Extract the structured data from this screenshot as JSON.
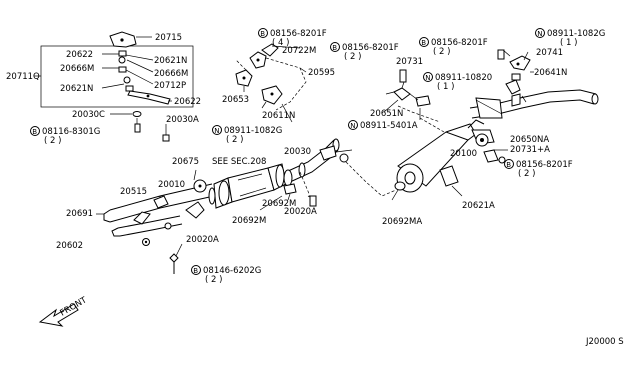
{
  "labels": {
    "p20715": "20715",
    "p20622a": "20622",
    "p20621n_a": "20621N",
    "p20666m_a": "20666M",
    "p20666m_b": "20666M",
    "p20711q": "20711Q",
    "p20712p": "20712P",
    "p20621n_b": "20621N",
    "p20622b": "20622",
    "p20030c": "20030C",
    "p20030a": "20030A",
    "b08116": "08116-8301G",
    "b08116_q": "( 2 )",
    "b08156_a": "08156-8201F",
    "b08156_a_q": "( 4 )",
    "p20722m": "20722M",
    "b08156_b": "08156-8201F",
    "b08156_b_q": "( 2 )",
    "p20595": "20595",
    "p20653": "20653",
    "p20611n": "20611N",
    "n08911_a": "08911-1082G",
    "n08911_a_q": "( 2 )",
    "p20030": "20030",
    "p20675": "20675",
    "see_sec": "SEE SEC.208",
    "p20010": "20010",
    "p20515": "20515",
    "p20691": "20691",
    "p20692m_a": "20692M",
    "p20692m_b": "20692M",
    "p20020a_a": "20020A",
    "p20020a_b": "20020A",
    "p20602": "20602",
    "b08146": "08146-6202G",
    "b08146_q": "( 2 )",
    "p20731": "20731",
    "b08156_c": "08156-8201F",
    "b08156_c_q": "( 2 )",
    "n08911_b": "08911-1082G",
    "n08911_b_q": "( 1 )",
    "p20741": "20741",
    "p20641n": "20641N",
    "n08911_c": "08911-10820",
    "n08911_c_q": "( 1 )",
    "p20651n": "20651N",
    "n08911_d": "08911-5401A",
    "p20650na": "20650NA",
    "p20100": "20100",
    "p20731a": "20731+A",
    "b08156_d": "08156-8201F",
    "b08156_d_q": "( 2 )",
    "p20621a": "20621A",
    "p20692ma": "20692MA",
    "front": "FRONT",
    "code": "J20000 S",
    "b": "B",
    "n": "N"
  }
}
